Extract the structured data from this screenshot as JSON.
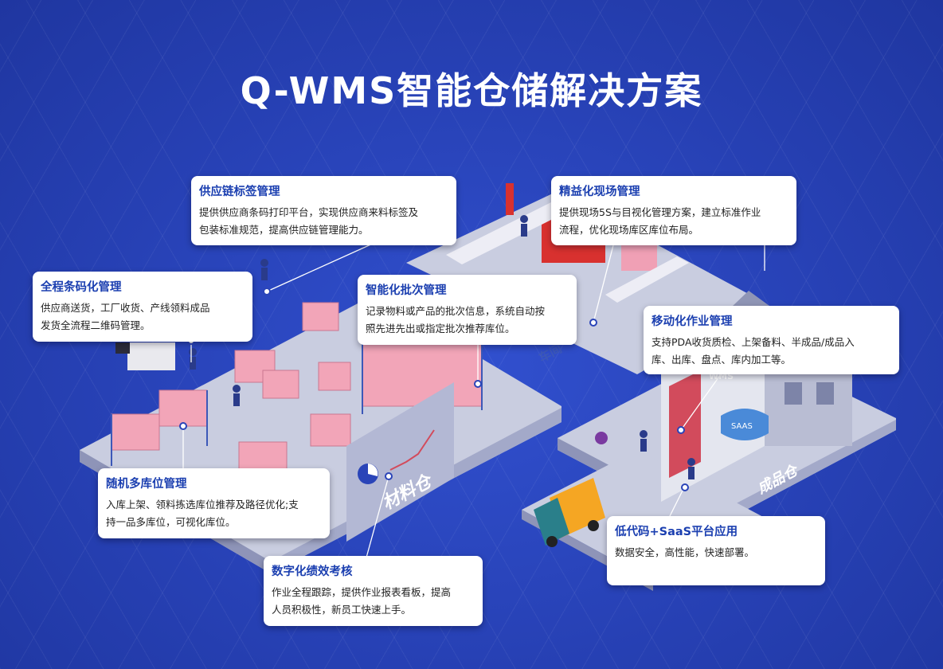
{
  "title": "Q-WMS智能仓储解决方案",
  "scene_labels": {
    "material_warehouse": "材料仓",
    "finished_warehouse": "成品仓",
    "workshop": "车间",
    "wms_sign": "WMS",
    "saas_sign": "SAAS"
  },
  "cards": {
    "supply_label": {
      "title": "供应链标签管理",
      "lines": [
        "提供供应商条码打印平台，实现供应商来料标签及",
        "包装标准规范，提高供应链管理能力。"
      ]
    },
    "lean_site": {
      "title": "精益化现场管理",
      "lines": [
        "提供现场5S与目视化管理方案，建立标准作业",
        "流程，优化现场库区库位布局。"
      ]
    },
    "full_barcode": {
      "title": "全程条码化管理",
      "lines": [
        "供应商送货，工厂收货、产线领料成品",
        "发货全流程二维码管理。"
      ]
    },
    "smart_batch": {
      "title": "智能化批次管理",
      "lines": [
        "记录物料或产品的批次信息，系统自动按",
        "照先进先出或指定批次推荐库位。"
      ]
    },
    "mobile_ops": {
      "title": "移动化作业管理",
      "lines": [
        "支持PDA收货质检、上架备料、半成品/成品入",
        "库、出库、盘点、库内加工等。"
      ]
    },
    "random_location": {
      "title": "随机多库位管理",
      "lines": [
        "入库上架、领料拣选库位推荐及路径优化;支",
        "持一品多库位，可视化库位。"
      ]
    },
    "low_code": {
      "title": "低代码+SaaS平台应用",
      "lines": [
        "数据安全，高性能，快速部署。"
      ]
    },
    "digital_perf": {
      "title": "数字化绩效考核",
      "lines": [
        "作业全程跟踪，提供作业报表看板，提高",
        "人员积极性，新员工快速上手。"
      ]
    }
  }
}
